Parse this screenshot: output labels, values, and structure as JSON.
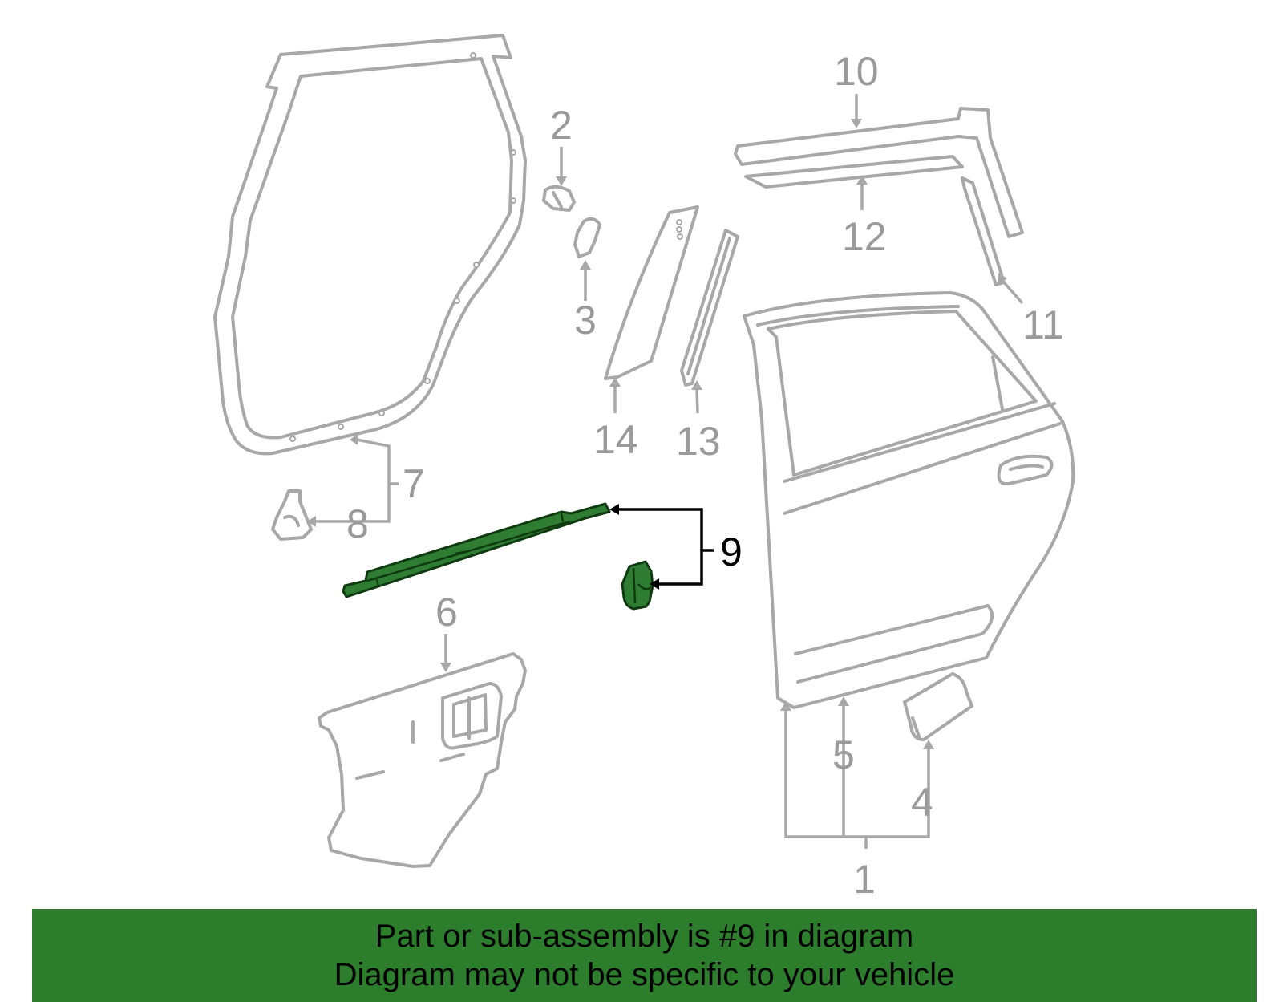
{
  "diagram": {
    "callouts": [
      {
        "id": "1",
        "label": "1"
      },
      {
        "id": "2",
        "label": "2"
      },
      {
        "id": "3",
        "label": "3"
      },
      {
        "id": "4",
        "label": "4"
      },
      {
        "id": "5",
        "label": "5"
      },
      {
        "id": "6",
        "label": "6"
      },
      {
        "id": "7",
        "label": "7"
      },
      {
        "id": "8",
        "label": "8"
      },
      {
        "id": "9",
        "label": "9"
      },
      {
        "id": "10",
        "label": "10"
      },
      {
        "id": "11",
        "label": "11"
      },
      {
        "id": "12",
        "label": "12"
      },
      {
        "id": "13",
        "label": "13"
      },
      {
        "id": "14",
        "label": "14"
      }
    ],
    "highlighted_part": "9",
    "colors": {
      "part_outline": "#a8a8a8",
      "label": "#9a9a9a",
      "highlight_fill": "#2e7d32",
      "banner_bg": "#2c7d2c"
    }
  },
  "banner": {
    "line1": "Part or sub-assembly is #9 in diagram",
    "line2": "Diagram may not be specific to your vehicle"
  }
}
